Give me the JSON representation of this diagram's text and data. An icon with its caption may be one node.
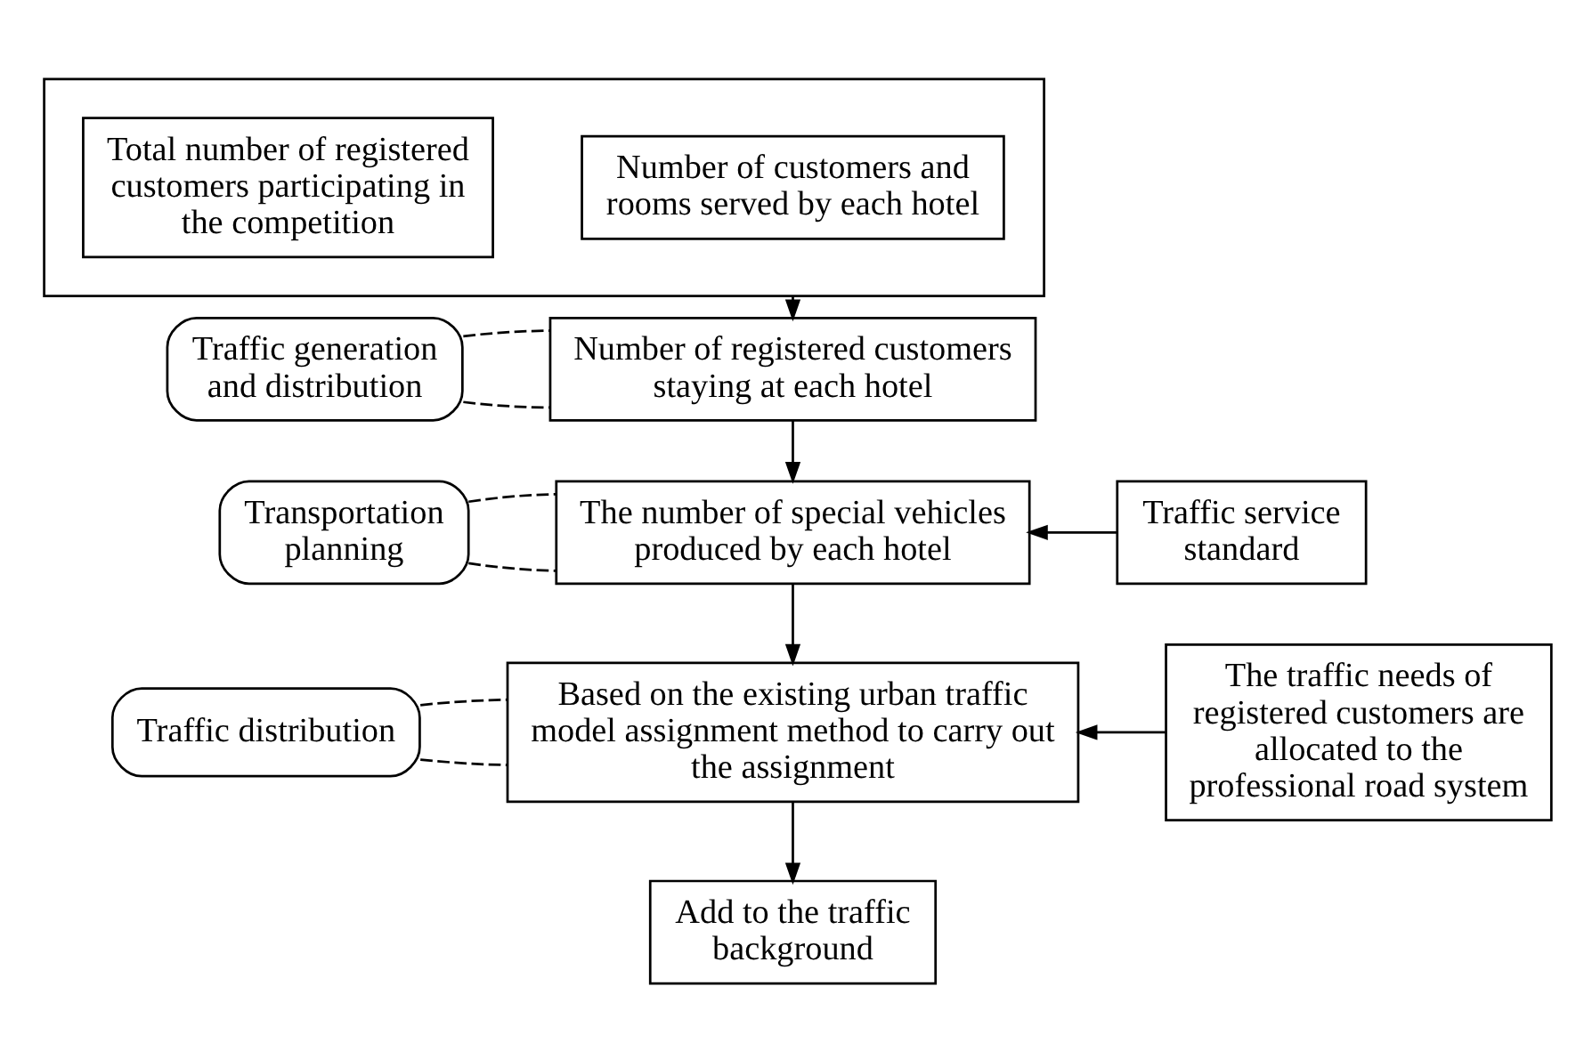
{
  "diagram": {
    "nodes": [
      {
        "text": [],
        "shape": "box"
      },
      {
        "text": [
          "Total number of registered customers participating in the competition"
        ],
        "in": 0
      },
      {
        "text": [
          "Number of customers and rooms served by each hotel"
        ],
        "in": 0
      },
      {
        "text": [
          "Traffic generation and distribution"
        ]
      },
      {
        "text": [
          "Number of registered customers staying at each hotel"
        ]
      },
      {
        "text": [
          "Transportation planning"
        ]
      },
      {
        "text": [
          "The number of special vehicles produced by each hotel"
        ]
      },
      {
        "text": [
          "Traffic service standard"
        ]
      },
      {
        "text": [
          "Traffic distribution"
        ]
      },
      {
        "text": [
          "Based on the existing urban traffic model assignment method to carry out the assignment"
        ]
      },
      {
        "text": [
          "The traffic needs of registered customers are allocated to the professional road system"
        ]
      },
      {
        "text": [
          "Add to the traffic background"
        ]
      }
    ],
    "edges": [
      {
        "from": 0,
        "to": 4,
        "arrow": "to"
      },
      {
        "from": 3,
        "to": 4,
        "arrow": "none",
        "style": "dashed"
      },
      {
        "from": 3,
        "to": 4,
        "arrow": "none",
        "style": "dashed"
      },
      {
        "from": 4,
        "to": 6,
        "arrow": "to"
      },
      {
        "from": 5,
        "to": 6,
        "arrow": "none",
        "style": "dashed"
      },
      {
        "from": 5,
        "to": 6,
        "arrow": "none",
        "style": "dashed"
      },
      {
        "from": 7,
        "to": 6,
        "arrow": "to"
      },
      {
        "from": 6,
        "to": 9,
        "arrow": "to"
      },
      {
        "from": 8,
        "to": 9,
        "arrow": "none",
        "style": "dashed"
      },
      {
        "from": 8,
        "to": 9,
        "arrow": "none",
        "style": "dashed"
      },
      {
        "from": 10,
        "to": 9,
        "arrow": "to"
      },
      {
        "from": 9,
        "to": 11,
        "arrow": "to"
      }
    ]
  }
}
